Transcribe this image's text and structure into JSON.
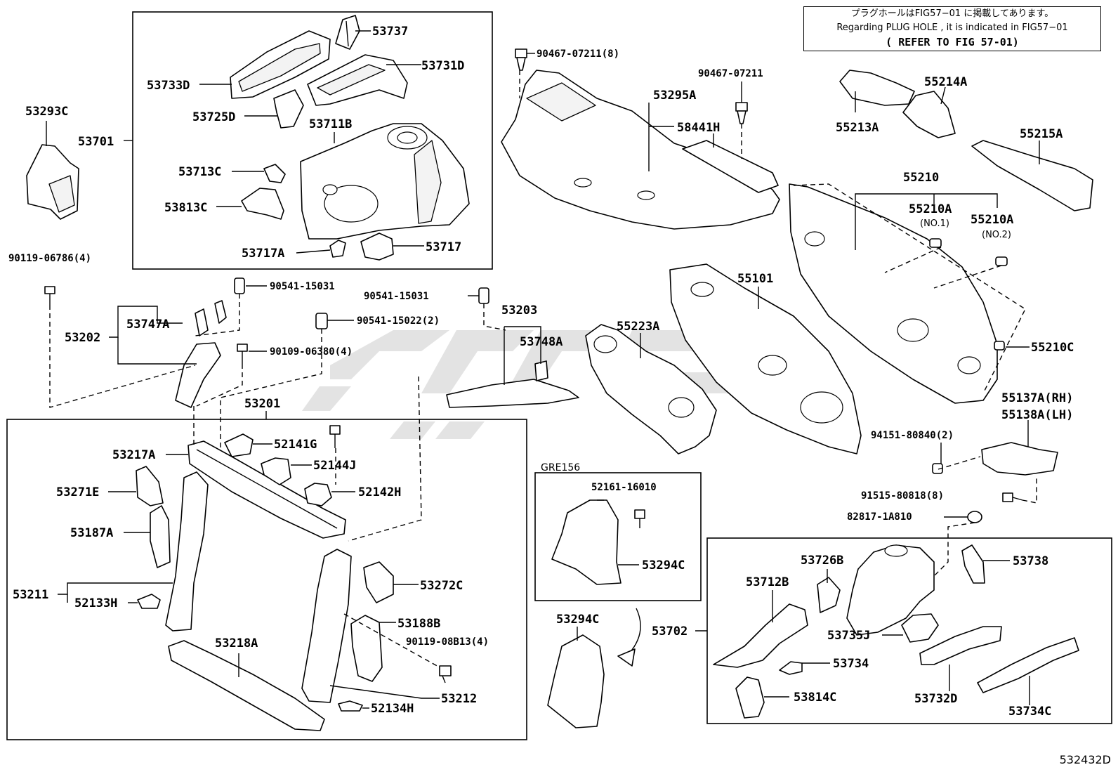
{
  "note": {
    "jp": "プラグホールはFIG57−01 に掲載してあります。",
    "en": "Regarding PLUG HOLE , it is indicated in FIG57−01",
    "ref": "( REFER TO FIG 57-01)"
  },
  "section_label": "GRE156",
  "drawing_code": "532432D",
  "parts": {
    "p53737": "53737",
    "p53731D": "53731D",
    "p53733D": "53733D",
    "p53725D": "53725D",
    "p53711B": "53711B",
    "p53701": "53701",
    "p53713C": "53713C",
    "p53813C": "53813C",
    "p53717A": "53717A",
    "p53717": "53717",
    "p53293C": "53293C",
    "p90119_06786": "90119-06786(4)",
    "p90541_15031a": "90541-15031",
    "p90541_15031b": "90541-15031",
    "p90541_15022": "90541-15022(2)",
    "p90109_06380": "90109-06380(4)",
    "p53202": "53202",
    "p53747A": "53747A",
    "p53203": "53203",
    "p53748A": "53748A",
    "p53201": "53201",
    "p53217A": "53217A",
    "p52141G": "52141G",
    "p52144J": "52144J",
    "p52142H": "52142H",
    "p53271E": "53271E",
    "p53187A": "53187A",
    "p53211": "53211",
    "p52133H": "52133H",
    "p53272C": "53272C",
    "p53188B": "53188B",
    "p90119_08B13": "90119-08B13(4)",
    "p53218A": "53218A",
    "p53212": "53212",
    "p52134H": "52134H",
    "p90467_07211_8": "90467-07211(8)",
    "p90467_07211": "90467-07211",
    "p53295A": "53295A",
    "p58441H": "58441H",
    "p55101": "55101",
    "p55223A": "55223A",
    "p52161_16010": "52161-16010",
    "p53294C_a": "53294C",
    "p53294C_b": "53294C",
    "p55213A": "55213A",
    "p55214A": "55214A",
    "p55215A": "55215A",
    "p55210": "55210",
    "p55210A_1": "55210A",
    "p55210A_1n": "(NO.1)",
    "p55210A_2": "55210A",
    "p55210A_2n": "(NO.2)",
    "p55210C": "55210C",
    "p55137A": "55137A(RH)",
    "p55138A": "55138A(LH)",
    "p94151_80840": "94151-80840(2)",
    "p91515_80818": "91515-80818(8)",
    "p82817_1A810": "82817-1A810",
    "p53702": "53702",
    "p53726B": "53726B",
    "p53738": "53738",
    "p53712B": "53712B",
    "p53735J": "53735J",
    "p53734": "53734",
    "p53814C": "53814C",
    "p53732D": "53732D",
    "p53734C": "53734C"
  }
}
